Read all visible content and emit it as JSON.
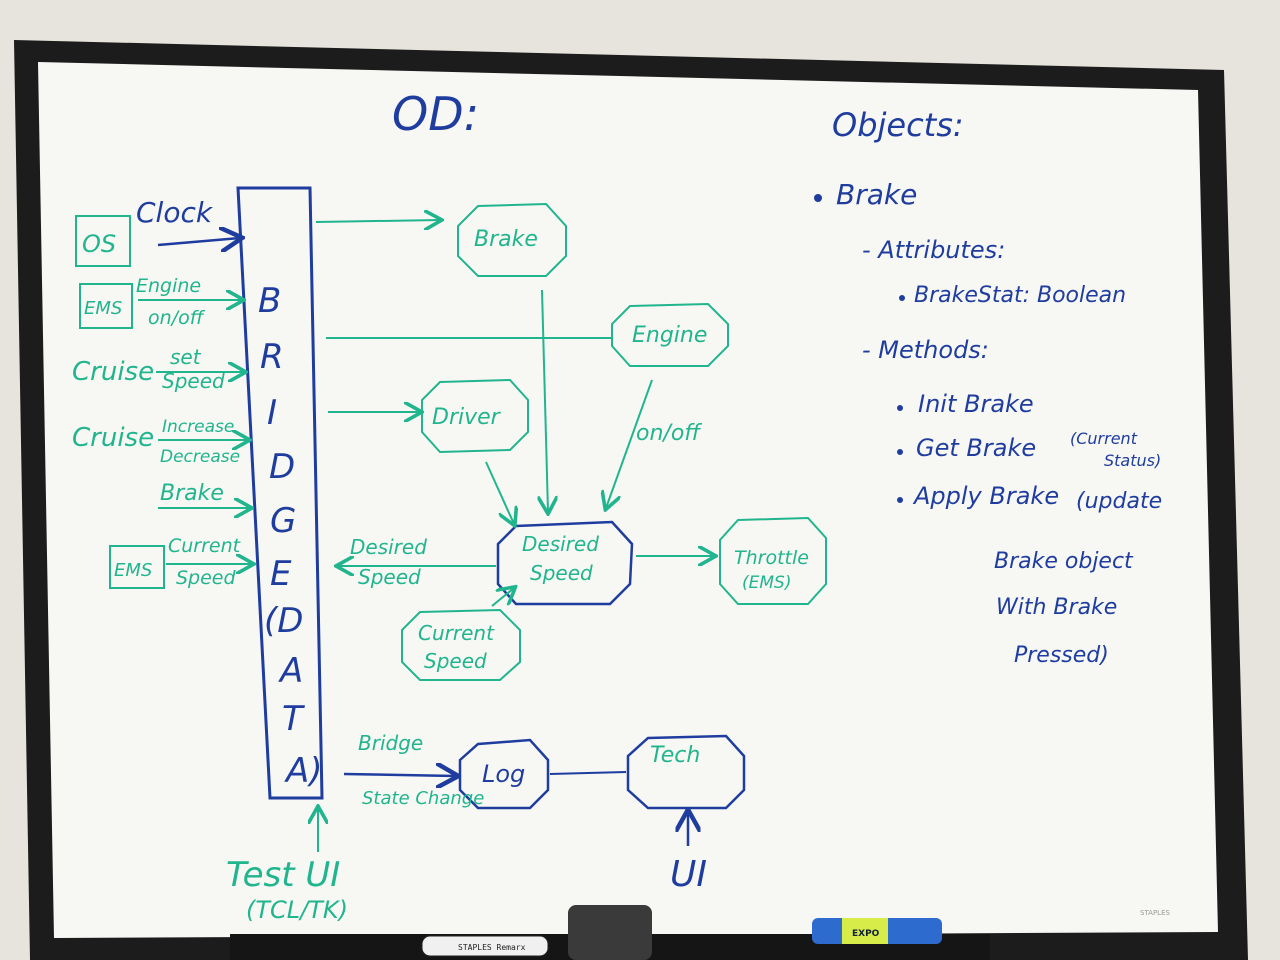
{
  "colors": {
    "wall": "#e7e4dd",
    "frame": "#1c1c1c",
    "board": "#f7f7f4",
    "green_marker": "#21b58e",
    "blue_marker": "#1f3d9e"
  },
  "diagram": {
    "heading": "OD:",
    "bridge_letters": [
      "B",
      "R",
      "I",
      "D",
      "G",
      "E",
      "(D",
      "A",
      "T",
      "A)"
    ],
    "inputs": {
      "os_box": "OS",
      "clock": "Clock",
      "ems_top_box": "EMS",
      "engine_on_off": [
        "Engine",
        "on/off"
      ],
      "cruise_set": "Cruise",
      "set_speed": [
        "set",
        "Speed"
      ],
      "cruise_inc": "Cruise",
      "increase_decrease": [
        "Increase",
        "Decrease"
      ],
      "brake_input": "Brake",
      "ems_bottom_box": "EMS",
      "current_speed_input": [
        "Current",
        "Speed"
      ]
    },
    "nodes": {
      "brake": "Brake",
      "engine": "Engine",
      "driver": "Driver",
      "desired_speed": [
        "Desired",
        "Speed"
      ],
      "throttle": [
        "Throttle",
        "(EMS)"
      ],
      "current_speed": [
        "Current",
        "Speed"
      ],
      "log": "Log",
      "tech": "Tech"
    },
    "edge_labels": {
      "on_off": "on/off",
      "desired_speed_back": [
        "Desired",
        "Speed"
      ],
      "bridge": "Bridge",
      "state_change": "State Change"
    },
    "test_ui": [
      "Test UI",
      "(TCL/TK)"
    ],
    "ui": "UI"
  },
  "notes": {
    "title": "Objects:",
    "object": "Brake",
    "attributes_heading": "- Attributes:",
    "attribute": "BrakeStat: Boolean",
    "methods_heading": "- Methods:",
    "methods": [
      "Init Brake",
      "Get Brake",
      "Apply Brake"
    ],
    "get_brake_note": [
      "(Current",
      "Status)"
    ],
    "apply_brake_note": [
      "(update",
      "Brake object",
      "With Brake",
      "Pressed)"
    ]
  },
  "tray": {
    "marker_black_label": "STAPLES Remarx",
    "marker_blue_label": "EXPO",
    "board_brand": "STAPLES"
  }
}
